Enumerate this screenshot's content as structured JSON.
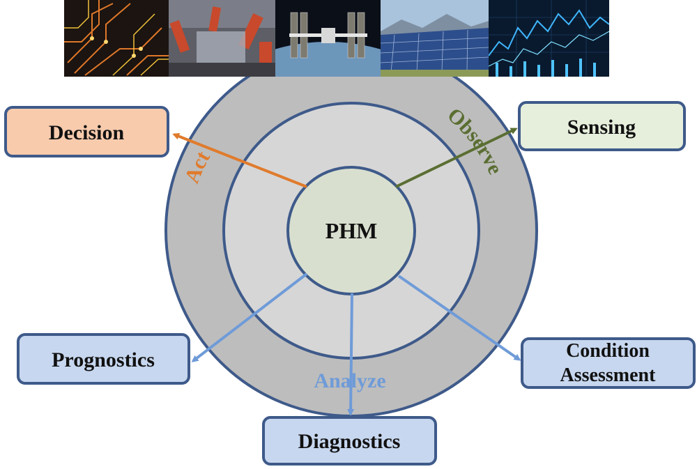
{
  "center": {
    "label": "PHM"
  },
  "ring_labels": {
    "act": "Act",
    "observe": "Observe",
    "analyze": "Analyze"
  },
  "boxes": {
    "decision": "Decision",
    "sensing": "Sensing",
    "prognostics": "Prognostics",
    "condition_line1": "Condition",
    "condition_line2": "Assessment",
    "diagnostics": "Diagnostics"
  },
  "photos": [
    {
      "subject": "circuit-board"
    },
    {
      "subject": "industrial-robots"
    },
    {
      "subject": "space-station"
    },
    {
      "subject": "solar-panels"
    },
    {
      "subject": "financial-chart"
    }
  ],
  "colors": {
    "act": "#e07b2c",
    "observe": "#5a6e32",
    "analyze": "#6f9bd8",
    "outer_ring": "#bdbdbd",
    "inner_ring": "#d6d6d6",
    "center": "#d9dfcf",
    "ring_stroke": "#3e5a8a",
    "decision_fill": "#f8cbad",
    "sensing_fill": "#e6efdc",
    "analyze_box_fill": "#c7d7ef"
  }
}
